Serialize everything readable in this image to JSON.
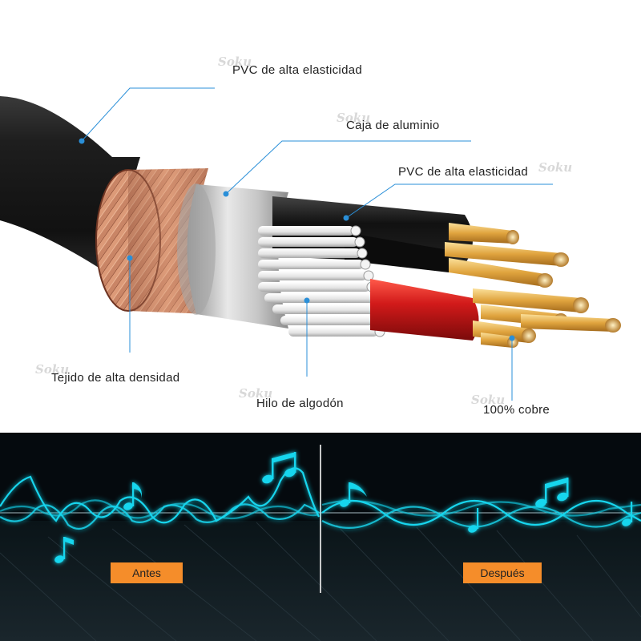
{
  "callouts": {
    "outer_jacket": "PVC de alta elasticidad",
    "aluminum_shield": "Caja de aluminio",
    "inner_jacket": "PVC de alta elasticidad",
    "braid": "Tejido de alta densidad",
    "cotton_thread": "Hilo de algodón",
    "copper": "100% cobre"
  },
  "watermark": "Soku",
  "comparison": {
    "before_label": "Antes",
    "after_label": "Después"
  },
  "colors": {
    "callout_line": "#2a8fd8",
    "label_bg": "#f58d2a",
    "wave_glow": "#19d6ee",
    "jacket": "#1c1c1c",
    "copper_braid": "#c98566",
    "aluminum": "#b9b9b9",
    "red_insulation": "#d21a1a",
    "gold_wire": "#e8b04a"
  },
  "icons": [
    "music-note-icon"
  ]
}
